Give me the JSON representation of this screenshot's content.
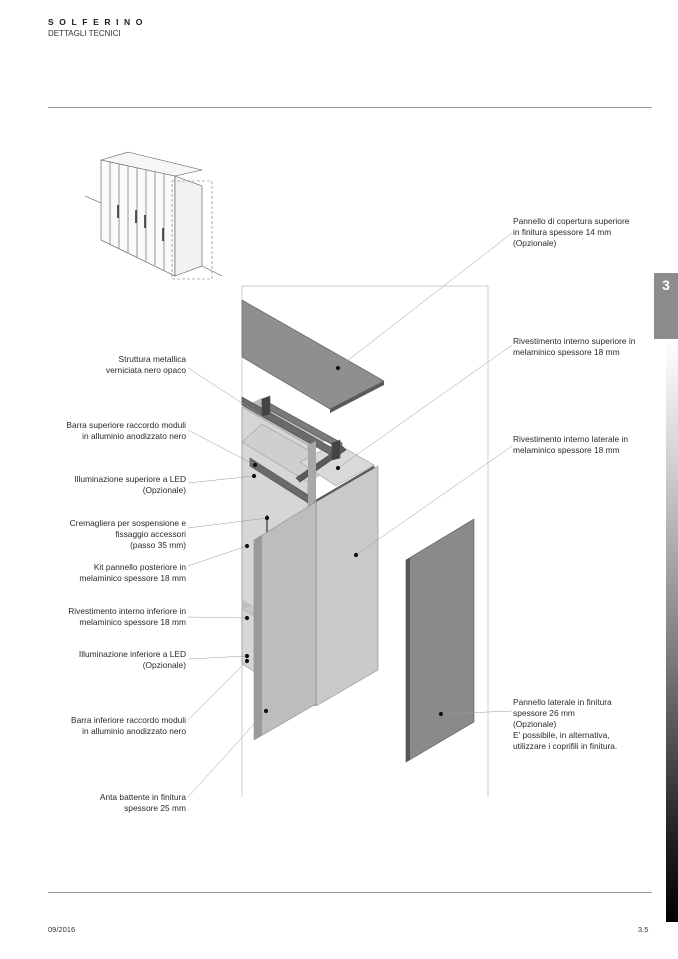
{
  "header": {
    "brand": "SOLFERINO",
    "section": "DETTAGLI TECNICI"
  },
  "tab": {
    "number": "3"
  },
  "labels_left": [
    "Struttura metallica\nverniciata nero opaco",
    "Barra superiore raccordo moduli\nin alluminio anodizzato nero",
    "Illuminazione superiore a LED\n(Opzionale)",
    "Cremagliera per sospensione e\nfissaggio accessori\n(passo 35 mm)",
    "Kit pannello posteriore in\nmelaminico spessore 18 mm",
    "Rivestimento interno inferiore in\nmelaminico spessore 18 mm",
    "Illuminazione inferiore a LED\n(Opzionale)",
    "Barra inferiore raccordo moduli\nin alluminio anodizzato nero",
    "Anta battente in finitura\nspessore 25 mm"
  ],
  "labels_right": [
    "Pannello di copertura superiore\nin finitura spessore 14 mm\n(Opzionale)",
    "Rivestimento interno superiore in\nmelaminico spessore 18 mm",
    "Rivestimento interno laterale in\nmelaminico spessore 18 mm",
    "Pannello laterale in finitura\nspessore 26 mm\n(Opzionale)\nE' possibile, in alternativa,\nutilizzare i coprifili in finitura."
  ],
  "footer": {
    "date": "09/2016",
    "page": "3.5"
  },
  "colors": {
    "panel_dark": "#8f8f8f",
    "panel_light": "#d8d8d8",
    "frame": "#5e5e5e",
    "rule": "#9a9a9a",
    "tab": "#8c8c8c"
  }
}
